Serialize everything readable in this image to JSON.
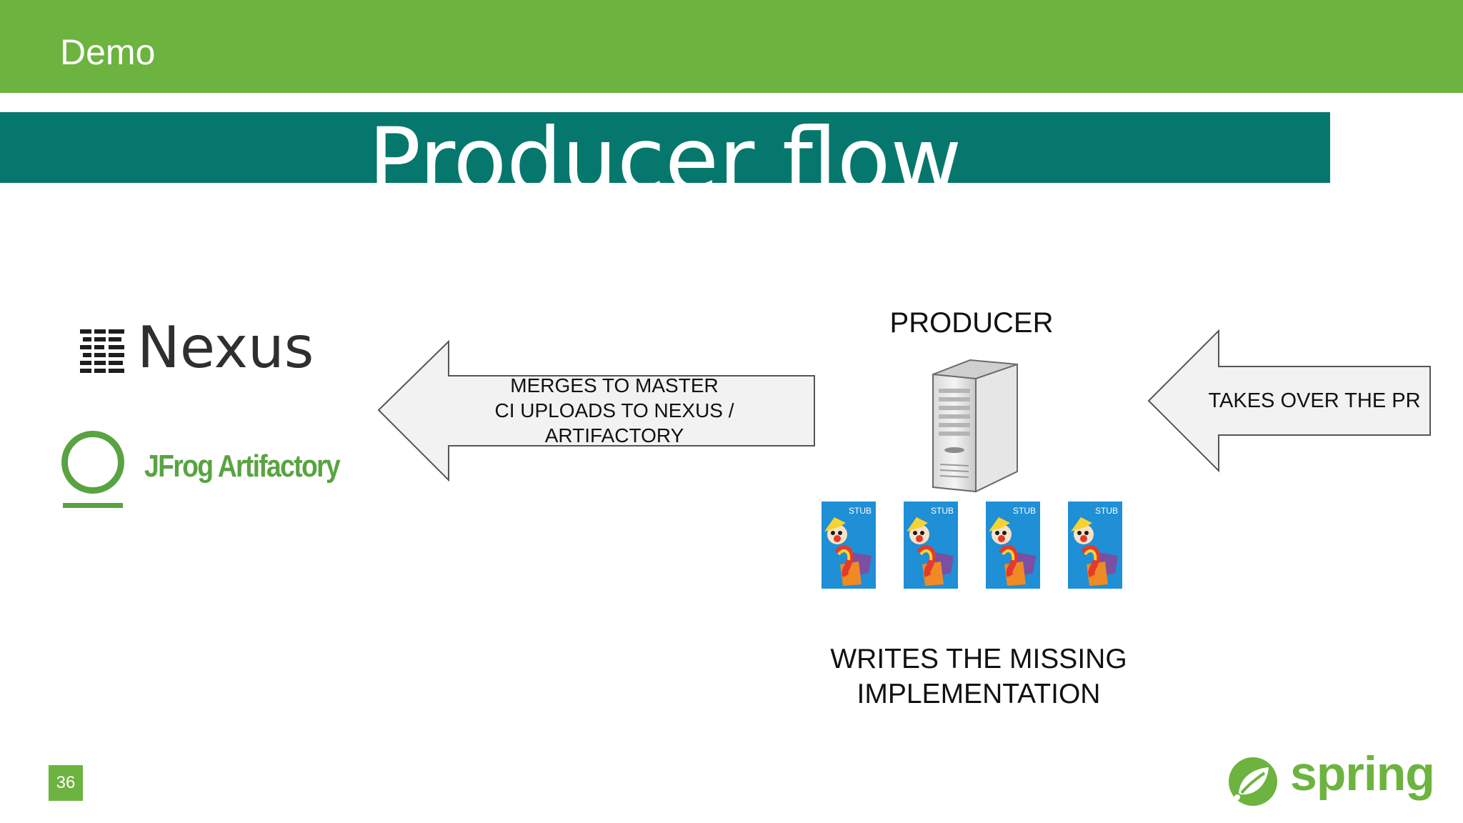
{
  "header": {
    "title": "Demo",
    "color": "#6db33f"
  },
  "slide": {
    "title": "Producer flow",
    "title_band_color": "#06776c"
  },
  "logos": {
    "nexus": "Nexus",
    "jfrog": "JFrog Artifactory",
    "spring": "spring"
  },
  "arrows": {
    "left_lines": [
      "MERGES TO MASTER",
      "CI UPLOADS TO NEXUS /",
      "ARTIFACTORY"
    ],
    "right": "TAKES OVER THE PR"
  },
  "producer": {
    "label": "PRODUCER",
    "stub_label": "STUB",
    "stub_count": 4,
    "caption_lines": [
      "WRITES THE MISSING",
      "IMPLEMENTATION"
    ]
  },
  "footer": {
    "page_number": "36"
  },
  "icons": [
    "nexus-logo-icon",
    "jfrog-ring-icon",
    "server-icon",
    "stub-clown-icon",
    "spring-leaf-icon"
  ]
}
